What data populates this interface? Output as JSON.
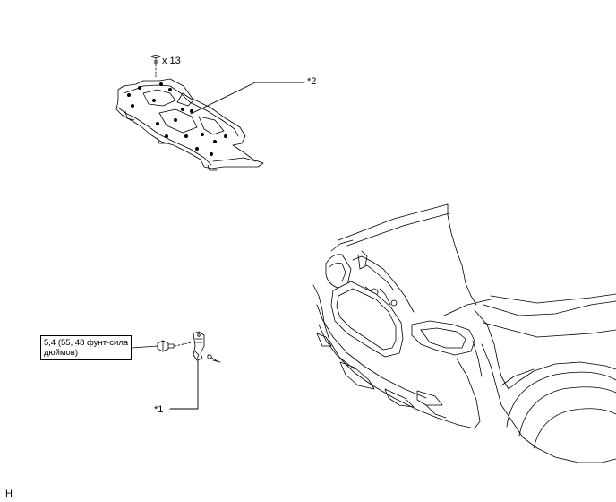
{
  "callouts": {
    "clip_quantity": "x 13",
    "part_1": "*1",
    "part_2": "*2"
  },
  "torque": {
    "line1": "5,4 (55, 48 фунт-сила",
    "line2": "дюймов)"
  },
  "figure_code": "H",
  "colors": {
    "line": "#000000",
    "background": "#ffffff"
  }
}
